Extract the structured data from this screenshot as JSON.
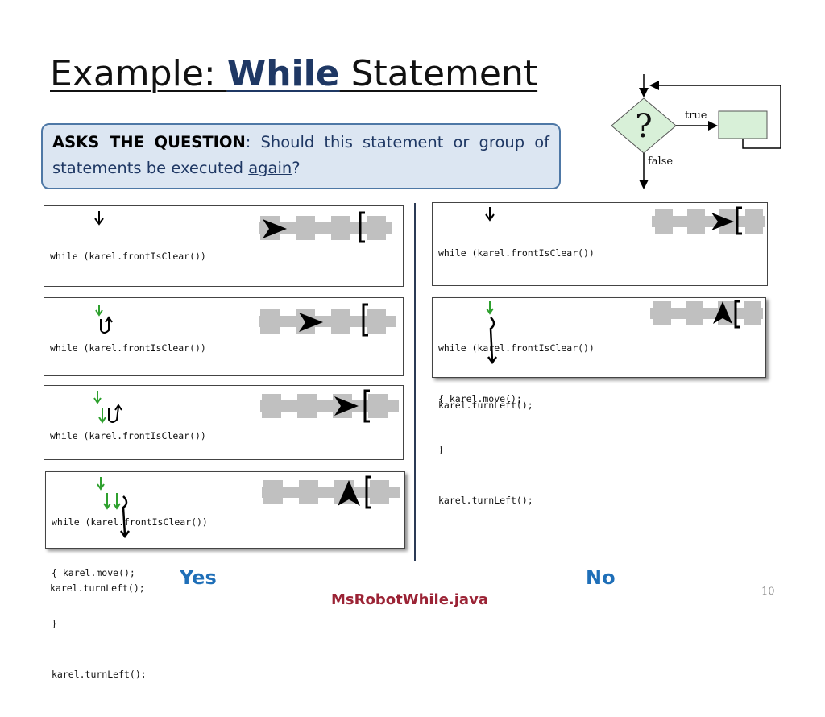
{
  "slide": {
    "title_prefix": "Example: ",
    "title_keyword": "While",
    "title_suffix": " Statement",
    "callout_bold": "ASKS THE QUESTION",
    "callout_colon": ": ",
    "callout_text": "Should this statement or group of statements be executed ",
    "callout_underlined": "again",
    "callout_end": "?",
    "flowchart": {
      "symbol": "?",
      "true_label": "true",
      "false_label": "false"
    },
    "code_lines": [
      "while (karel.frontIsClear())",
      "{ karel.move();",
      "}",
      "karel.turnLeft();"
    ],
    "yes_label": "Yes",
    "no_label": "No",
    "footer": "MsRobotWhile.java",
    "page_number": "10"
  },
  "colors": {
    "title_keyword": "#1f3864",
    "callout_bg": "#dce6f2",
    "callout_border": "#4e78a6",
    "label_blue": "#1f6fb8",
    "footer_red": "#9b2335",
    "track_gray": "#c0c0c0",
    "arrow_green": "#2ea02e",
    "diamond_green": "#d8f0d8"
  },
  "panels": [
    {
      "id": "yes-1",
      "robot": "right",
      "green_arrows": 0,
      "black_arrow": "down"
    },
    {
      "id": "yes-2",
      "robot": "right",
      "green_arrows": 1,
      "black_arrow": "loop"
    },
    {
      "id": "yes-3",
      "robot": "right",
      "green_arrows": 2,
      "black_arrow": "loop"
    },
    {
      "id": "yes-4",
      "robot": "up",
      "green_arrows": 3,
      "black_arrow": "exit"
    },
    {
      "id": "no-1",
      "robot": "right",
      "green_arrows": 0,
      "black_arrow": "down"
    },
    {
      "id": "no-2",
      "robot": "up",
      "green_arrows": 1,
      "black_arrow": "exit"
    }
  ]
}
